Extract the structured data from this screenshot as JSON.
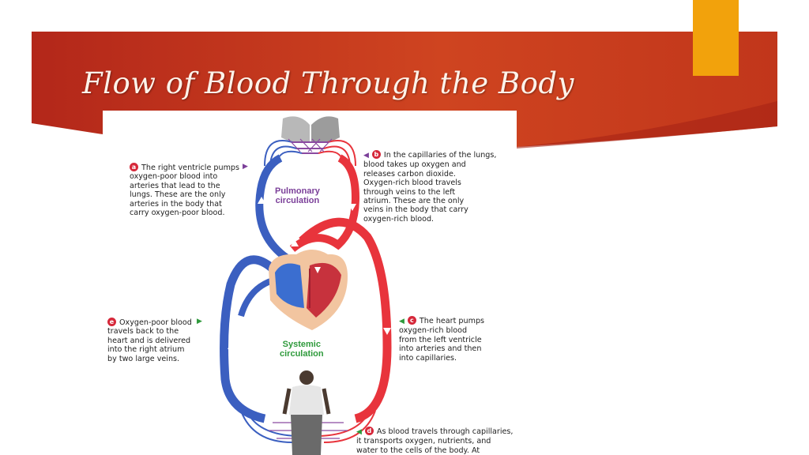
{
  "slide": {
    "title": "Flow of Blood Through the Body",
    "colors": {
      "banner": "#c8391c",
      "banner_dark": "#b02818",
      "accent": "#f2a20c",
      "artery": "#e8343c",
      "vein": "#3b5fc0"
    }
  },
  "diagram": {
    "labels": {
      "pulmonary": "Pulmonary\ncirculation",
      "systemic": "Systemic\ncirculation"
    },
    "notes": [
      {
        "letter": "a",
        "pointer": "purple",
        "text": "The right ventricle pumps\noxygen-poor blood into\narteries that lead to the\nlungs. These are the only\narteries in the body that\ncarry oxygen-poor blood."
      },
      {
        "letter": "b",
        "pointer": "purple",
        "text": "In the capillaries of the lungs,\nblood takes up oxygen and\nreleases carbon dioxide.\nOxygen-rich blood travels\nthrough veins to the left\natrium. These are the only\nveins in the body that carry\noxygen-rich blood."
      },
      {
        "letter": "c",
        "pointer": "green",
        "text": "The heart pumps\noxygen-rich blood\nfrom the left ventricle\ninto arteries and then\ninto capillaries."
      },
      {
        "letter": "d",
        "pointer": "green",
        "text": "As blood travels through capillaries,\nit transports oxygen, nutrients, and\nwater to the cells of the body. At"
      },
      {
        "letter": "e",
        "pointer": "green",
        "text": "Oxygen-poor blood\ntravels back to the\nheart and is delivered\ninto the right atrium\nby two large veins."
      }
    ]
  }
}
